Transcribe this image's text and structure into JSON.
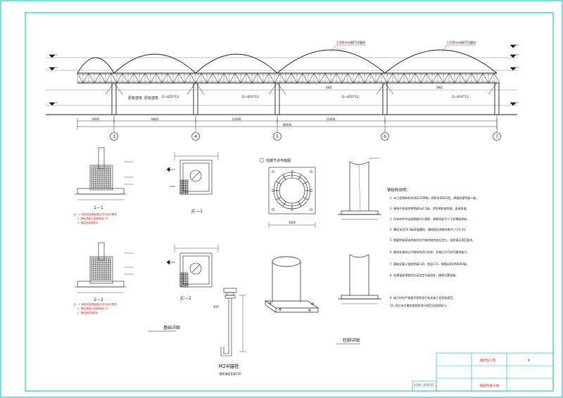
{
  "colors": {
    "background": "#ffffff",
    "frame": "#00b8b8",
    "structure": "#1a1a1a",
    "annotation_red": "#e02020",
    "dimension": "#333333"
  },
  "elevation": {
    "grid_labels": [
      "3",
      "4",
      "5",
      "6",
      "7"
    ],
    "span_left_text": "原有建筑",
    "span_mid_text": "原有建筑",
    "column_tags": [
      "D=820*12",
      "D=820*12",
      "D=820*12",
      "D=820*12"
    ],
    "arch_tags": [
      "SN1",
      "SN1"
    ],
    "total_dim": "38000",
    "bay_dims": [
      "6600",
      "8800",
      "12000",
      "12000"
    ],
    "top_note_1": "1.500mm厚ETFE膜材",
    "top_note_2": "1.500mm厚ETFE膜材"
  },
  "foundation": {
    "section_1_label": "1—1",
    "section_2_label": "2—2",
    "jc1_label": "JC—1",
    "jc2_label": "JC—2",
    "notes_1": [
      "注：1. 钢柱底部基础做法详见设计要求",
      "2. 基础混凝土强度等级C30",
      "3. 钢柱底部灌浆料"
    ],
    "notes_2": [
      "注：1. 钢柱底部基础做法详见设计要求",
      "2. 基础混凝土强度等级C30",
      "3. 钢柱底部灌浆料"
    ],
    "title": "基础详图"
  },
  "anchor": {
    "label": "M24锚栓",
    "sub": "锚栓锚固长度235",
    "dim_note": "#27"
  },
  "column_base": {
    "title": "柱脚详图",
    "plan_title": "柱脚节点平面图",
    "dim_note": "1000"
  },
  "notes": {
    "title": "钢结构说明：",
    "items": [
      "1. 本工程钢结构采用Q235B钢，焊条采用E43型，焊缝质量等级二级。",
      "2. 钢构件表面除锈等级Sa2.5级，涂防锈底漆两道，面漆两道。",
      "3. 所有构件的连接焊缝均为满焊，焊脚高度不小于较薄板厚度。",
      "4. 螺栓采用10.9级高强螺栓，摩擦面抗滑移系数不小于0.35。",
      "5. 钢管拱架现场拼装时应严格控制拱度及定位，误差满足规范要求。",
      "6. 膜材安装前应对钢结构进行验收，合格后方可进行膜材施工。",
      "7. 基础混凝土强度等级C30，垫层C15，钢筋采用HRB400级。",
      "8. 柱脚锚栓预埋时应采用定位板固定，确保位置准确。",
      "9. 施工时应严格遵守国家现行有关施工及验收规范。",
      "10. 其它未尽事宜按国家现行规范及规程执行。"
    ]
  },
  "title_block": {
    "project": "膜结构工程",
    "drawing": "钢结构施工图",
    "sheet_no": "9",
    "scale": "1:100",
    "date": "2021.07"
  }
}
